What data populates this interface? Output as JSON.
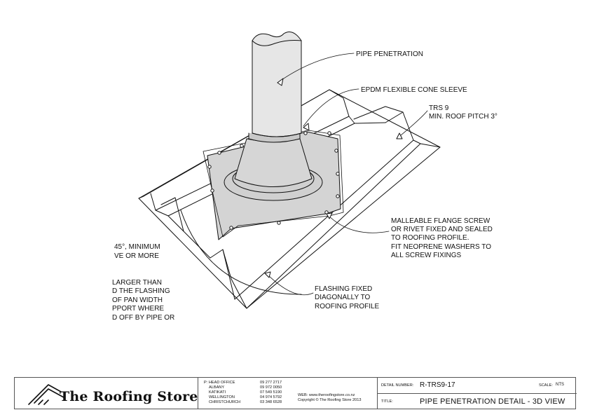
{
  "callouts": {
    "pipe": "PIPE PENETRATION",
    "sleeve": "EPDM FLEXIBLE CONE SLEEVE",
    "trs_line1": "TRS 9",
    "trs_line2": "MIN. ROOF PITCH 3°",
    "screw_lines": [
      "MALLEABLE FLANGE SCREW",
      "OR RIVET FIXED AND SEALED",
      "TO ROOFING PROFILE.",
      "FIT NEOPRENE WASHERS TO",
      "ALL SCREW FIXINGS"
    ],
    "flashing_lines": [
      "FLASHING FIXED",
      "DIAGONALLY TO",
      "ROOFING PROFILE"
    ],
    "cut_a_lines": [
      "45°, MINIMUM",
      "VE OR MORE"
    ],
    "cut_b_lines": [
      "LARGER THAN",
      "D THE FLASHING",
      "OF PAN WIDTH",
      "PPORT WHERE",
      "D OFF BY PIPE OR"
    ]
  },
  "titleblock": {
    "company": "The Roofing Store",
    "offices": [
      {
        "name": "P: HEAD OFFICE",
        "phone": "09 277 2717"
      },
      {
        "name": "ALBANY",
        "phone": "09 972 0050"
      },
      {
        "name": "KATIKATI",
        "phone": "07 549 5190"
      },
      {
        "name": "WELLINGTON",
        "phone": "04 974 5792"
      },
      {
        "name": "CHRISTCHURCH",
        "phone": "03 348 6528"
      }
    ],
    "web": "WEB: www.theroofingstore.co.nz",
    "copyright": "Copyright © The Roofing Store 2013",
    "detail_number_label": "DETAIL NUMBER:",
    "detail_number": "R-TRS9-17",
    "scale_label": "SCALE:",
    "scale": "NTS",
    "title_label": "TITLE:",
    "title": "PIPE PENETRATION DETAIL - 3D VIEW"
  }
}
